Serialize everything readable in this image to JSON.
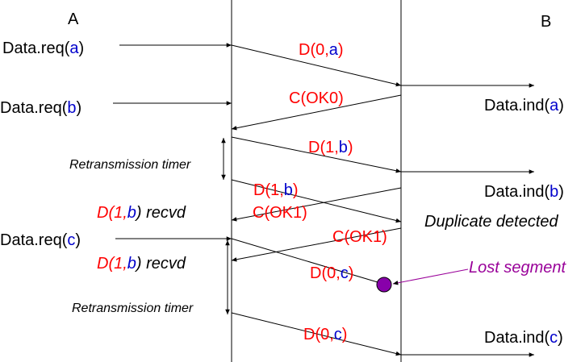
{
  "colors": {
    "line": "#000000",
    "frame_text": "#ff0000",
    "seq_arg": "#0000cc",
    "lost": "#990099",
    "lost_dot_fill": "#8800aa"
  },
  "entities": {
    "a": "A",
    "b": "B"
  },
  "primitives": {
    "req_a": {
      "name": "Data.req(",
      "arg": "a",
      "close": ")"
    },
    "req_b": {
      "name": "Data.req(",
      "arg": "b",
      "close": ")"
    },
    "req_c": {
      "name": "Data.req(",
      "arg": "c",
      "close": ")"
    },
    "ind_a": {
      "name": "Data.ind(",
      "arg": "a",
      "close": ")"
    },
    "ind_b": {
      "name": "Data.ind(",
      "arg": "b",
      "close": ")"
    },
    "ind_c": {
      "name": "Data.ind(",
      "arg": "c",
      "close": ")"
    }
  },
  "frames": {
    "d0a": {
      "pre": "D(0,",
      "arg": "a",
      "close": ")"
    },
    "c_ok0": "C(OK0)",
    "d1b_first": {
      "pre": "D(1,",
      "arg": "b",
      "close": ")"
    },
    "d1b_retx": {
      "pre": "D(1,",
      "arg": "b",
      "close": ")"
    },
    "c_ok1_first": "C(OK1)",
    "c_ok1_second": "C(OK1)",
    "d0c_lost": {
      "pre": "D(0,",
      "arg": "c",
      "close": ")"
    },
    "d0c_retx": {
      "pre": "D(0,",
      "arg": "c",
      "close": ")"
    }
  },
  "annotations": {
    "retx_timer_1": "Retransmission timer",
    "retx_timer_2": "Retransmission timer",
    "recvd_1": {
      "pre": "D(1,",
      "arg": "b",
      "post": ") recvd"
    },
    "recvd_2": {
      "pre": "D(1,",
      "arg": "b",
      "post": ") recvd"
    },
    "duplicate": "Duplicate detected",
    "lost": "Lost segment"
  }
}
